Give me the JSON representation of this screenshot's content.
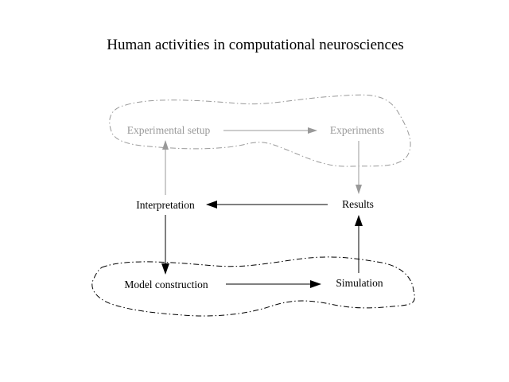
{
  "title": "Human activities in computational neurosciences",
  "colors": {
    "experimental": "#999999",
    "computational": "#000000",
    "background": "#ffffff"
  },
  "nodes": {
    "experimental_setup": {
      "label": "Experimental setup",
      "group": "experimental"
    },
    "experiments": {
      "label": "Experiments",
      "group": "experimental"
    },
    "interpretation": {
      "label": "Interpretation",
      "group": "computational"
    },
    "results": {
      "label": "Results",
      "group": "computational"
    },
    "model_construction": {
      "label": "Model construction",
      "group": "computational"
    },
    "simulation": {
      "label": "Simulation",
      "group": "computational"
    }
  },
  "edges": [
    {
      "from": "experimental_setup",
      "to": "experiments",
      "group": "experimental"
    },
    {
      "from": "experiments",
      "to": "results",
      "group": "experimental"
    },
    {
      "from": "interpretation",
      "to": "experimental_setup",
      "group": "experimental"
    },
    {
      "from": "results",
      "to": "interpretation",
      "group": "computational"
    },
    {
      "from": "interpretation",
      "to": "model_construction",
      "group": "computational"
    },
    {
      "from": "model_construction",
      "to": "simulation",
      "group": "computational"
    },
    {
      "from": "simulation",
      "to": "results",
      "group": "computational"
    }
  ],
  "regions": [
    {
      "id": "experimental-cloud",
      "group": "experimental"
    },
    {
      "id": "computational-cloud",
      "group": "computational"
    }
  ]
}
